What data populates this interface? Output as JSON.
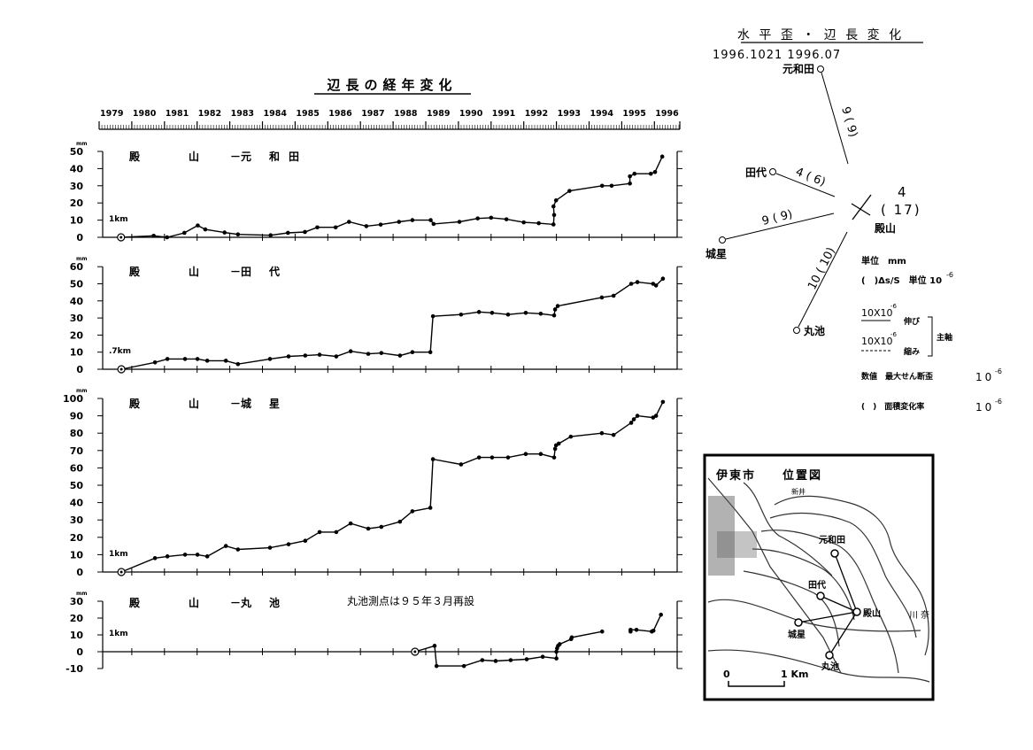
{
  "title": "辺長の経年変化",
  "year_labels": [
    "1979",
    "1980",
    "1981",
    "1982",
    "1983",
    "1984",
    "1985",
    "1986",
    "1987",
    "1988",
    "1989",
    "1990",
    "1991",
    "1992",
    "1993",
    "1994",
    "1995",
    "1996"
  ],
  "unit_label": "mm",
  "chart_data": [
    {
      "type": "line",
      "title": "殿　山 －元 和 田",
      "title_parts": [
        "殿",
        "山",
        "－元",
        "和",
        "田"
      ],
      "baseline_label": "1km",
      "ylabel": "mm",
      "ylim": [
        0,
        50
      ],
      "yticks": [
        0,
        10,
        20,
        30,
        40,
        50
      ],
      "xlim": [
        1979,
        1996.9
      ],
      "series": [
        {
          "name": "殿山-元和田",
          "segments": [
            [
              [
                1979.67,
                0
              ],
              [
                1980.67,
                0.9
              ],
              [
                1981.08,
                0
              ],
              [
                1981.61,
                2.6
              ],
              [
                1982.02,
                6.9
              ],
              [
                1982.25,
                4.6
              ],
              [
                1982.84,
                2.8
              ],
              [
                1983.25,
                1.7
              ],
              [
                1984.25,
                1.2
              ],
              [
                1984.78,
                2.6
              ],
              [
                1985.3,
                3.1
              ],
              [
                1985.68,
                5.8
              ],
              [
                1986.24,
                5.8
              ],
              [
                1986.65,
                9
              ],
              [
                1987.18,
                6.5
              ],
              [
                1987.62,
                7.4
              ],
              [
                1988.18,
                9
              ],
              [
                1988.59,
                10
              ],
              [
                1989.15,
                10
              ],
              [
                1989.24,
                7.8
              ],
              [
                1990.03,
                9
              ],
              [
                1990.59,
                11
              ],
              [
                1991.0,
                11.4
              ],
              [
                1991.47,
                10.5
              ],
              [
                1992.0,
                8.7
              ],
              [
                1992.46,
                8.2
              ],
              [
                1992.91,
                7.5
              ],
              [
                1992.93,
                13
              ],
              [
                1992.91,
                18
              ],
              [
                1992.99,
                21.5
              ],
              [
                1993.4,
                27
              ],
              [
                1994.4,
                30
              ],
              [
                1994.69,
                30
              ],
              [
                1995.25,
                31.3
              ],
              [
                1995.25,
                35.5
              ],
              [
                1995.39,
                37
              ],
              [
                1995.89,
                37
              ],
              [
                1996.02,
                38
              ],
              [
                1996.24,
                47
              ]
            ]
          ]
        }
      ]
    },
    {
      "type": "line",
      "title": "殿　山 －田 代",
      "title_parts": [
        "殿",
        "山",
        "－田",
        "代"
      ],
      "baseline_label": ".7km",
      "ylabel": "mm",
      "ylim": [
        0,
        60
      ],
      "yticks": [
        0,
        10,
        20,
        30,
        40,
        50,
        60
      ],
      "xlim": [
        1979,
        1996.9
      ],
      "series": [
        {
          "name": "殿山-田代",
          "segments": [
            [
              [
                1979.68,
                0
              ],
              [
                1980.71,
                4
              ],
              [
                1981.09,
                6
              ],
              [
                1981.63,
                6
              ],
              [
                1982.01,
                6
              ],
              [
                1982.31,
                5
              ],
              [
                1982.88,
                5
              ],
              [
                1983.25,
                3
              ],
              [
                1984.23,
                6
              ],
              [
                1984.8,
                7.5
              ],
              [
                1985.31,
                8
              ],
              [
                1985.75,
                8.5
              ],
              [
                1986.26,
                7.5
              ],
              [
                1986.7,
                10.5
              ],
              [
                1987.24,
                9
              ],
              [
                1987.64,
                9.5
              ],
              [
                1988.21,
                8
              ],
              [
                1988.59,
                10
              ],
              [
                1989.14,
                10
              ],
              [
                1989.22,
                31
              ],
              [
                1990.08,
                32
              ],
              [
                1990.63,
                33.5
              ],
              [
                1991.03,
                33
              ],
              [
                1991.52,
                32
              ],
              [
                1992.06,
                33
              ],
              [
                1992.52,
                32.5
              ],
              [
                1992.93,
                31.5
              ],
              [
                1992.96,
                35
              ],
              [
                1993.04,
                37
              ],
              [
                1994.39,
                42
              ],
              [
                1994.75,
                43
              ],
              [
                1995.29,
                50
              ],
              [
                1995.48,
                51
              ],
              [
                1995.96,
                50
              ],
              [
                1996.05,
                49
              ],
              [
                1996.26,
                53
              ]
            ]
          ]
        }
      ]
    },
    {
      "type": "line",
      "title": "殿　山 －城 星",
      "title_parts": [
        "殿",
        "山",
        "－城",
        "星"
      ],
      "baseline_label": "1km",
      "ylabel": "mm",
      "ylim": [
        0,
        100
      ],
      "yticks": [
        0,
        10,
        20,
        30,
        40,
        50,
        60,
        70,
        80,
        90,
        100
      ],
      "xlim": [
        1979,
        1996.9
      ],
      "series": [
        {
          "name": "殿山-城星",
          "segments": [
            [
              [
                1979.68,
                0
              ],
              [
                1980.71,
                8
              ],
              [
                1981.09,
                9
              ],
              [
                1981.63,
                10
              ],
              [
                1982.01,
                10
              ],
              [
                1982.31,
                9
              ],
              [
                1982.88,
                15
              ],
              [
                1983.25,
                13
              ],
              [
                1984.23,
                14
              ],
              [
                1984.8,
                16
              ],
              [
                1985.31,
                18
              ],
              [
                1985.75,
                23
              ],
              [
                1986.26,
                23
              ],
              [
                1986.7,
                28
              ],
              [
                1987.24,
                25
              ],
              [
                1987.64,
                26
              ],
              [
                1988.21,
                29
              ],
              [
                1988.59,
                35
              ],
              [
                1989.14,
                37
              ],
              [
                1989.22,
                65
              ],
              [
                1990.08,
                62
              ],
              [
                1990.63,
                66
              ],
              [
                1991.03,
                66
              ],
              [
                1991.52,
                66
              ],
              [
                1992.06,
                68
              ],
              [
                1992.52,
                68
              ],
              [
                1992.93,
                66
              ],
              [
                1992.96,
                71
              ],
              [
                1992.99,
                73
              ],
              [
                1993.07,
                74
              ],
              [
                1993.44,
                78
              ],
              [
                1994.39,
                80
              ],
              [
                1994.75,
                79
              ],
              [
                1995.29,
                86
              ],
              [
                1995.37,
                88
              ],
              [
                1995.48,
                90
              ],
              [
                1995.96,
                89
              ],
              [
                1996.05,
                90
              ],
              [
                1996.26,
                98
              ]
            ]
          ]
        }
      ]
    },
    {
      "type": "line",
      "title": "殿　山 －丸　池",
      "title_parts": [
        "殿",
        "山",
        "－丸",
        "池"
      ],
      "annotation": "丸池測点は９５年３月再設",
      "baseline_label": "1km",
      "ylabel": "mm",
      "ylim": [
        -10,
        30
      ],
      "yticks": [
        -10,
        0,
        10,
        20,
        30
      ],
      "xlim": [
        1979,
        1996.9
      ],
      "series": [
        {
          "name": "殿山-丸池",
          "segments": [
            [
              [
                1988.67,
                0
              ],
              [
                1989.27,
                3.5
              ],
              [
                1989.33,
                -8.5
              ],
              [
                1990.17,
                -8.5
              ],
              [
                1990.73,
                -5
              ],
              [
                1991.14,
                -5.5
              ],
              [
                1991.6,
                -5
              ],
              [
                1992.09,
                -4.5
              ],
              [
                1992.58,
                -3
              ],
              [
                1993.0,
                -4
              ],
              [
                1993.0,
                0
              ],
              [
                1993.02,
                2
              ],
              [
                1993.05,
                3.5
              ],
              [
                1993.1,
                4.5
              ],
              [
                1993.45,
                7.5
              ],
              [
                1993.47,
                8.5
              ],
              [
                1994.4,
                12
              ]
            ],
            [
              [
                1995.27,
                12
              ],
              [
                1995.27,
                13
              ],
              [
                1995.45,
                13
              ],
              [
                1995.92,
                12
              ],
              [
                1995.97,
                12.5
              ],
              [
                1996.2,
                22
              ]
            ]
          ]
        }
      ]
    }
  ],
  "strain": {
    "title": "水 平 歪 ・ 辺 長 変 化",
    "period": "1996.1021 1996.07",
    "stations": {
      "motowada": "元和田",
      "tashiro": "田代",
      "jousei": "城星",
      "maruike": "丸池",
      "tonoyama": "殿山"
    },
    "baselines": {
      "motowada": "9 ( 9)",
      "tashiro": "4 ( 6)",
      "jousei": "9 ( 9)",
      "maruike": "10 ( 10)"
    },
    "center_value": "4",
    "center_area": "( 17)",
    "legend": {
      "unit": "単位　mm",
      "ratio": "(　)Δs/S　単位 10",
      "ratio_exp": "-6",
      "ext_value": "10X10",
      "ext_label": "伸び",
      "comp_value": "10X10",
      "comp_label": "縮み",
      "exp": "-6",
      "axis_label": "主軸",
      "shear_label": "数値　最大せん断歪",
      "shear_unit": "10",
      "area_label": "(　)　面積変化率",
      "area_unit": "10"
    }
  },
  "map": {
    "title": "伊東市　　位置図",
    "scale_zero": "0",
    "scale_one": "1 Km",
    "labels": {
      "motowada": "元和田",
      "tashiro": "田代",
      "jousei": "城星",
      "maruike": "丸池",
      "tonoyama": "殿山",
      "river": "川奈",
      "arai": "新井"
    }
  }
}
